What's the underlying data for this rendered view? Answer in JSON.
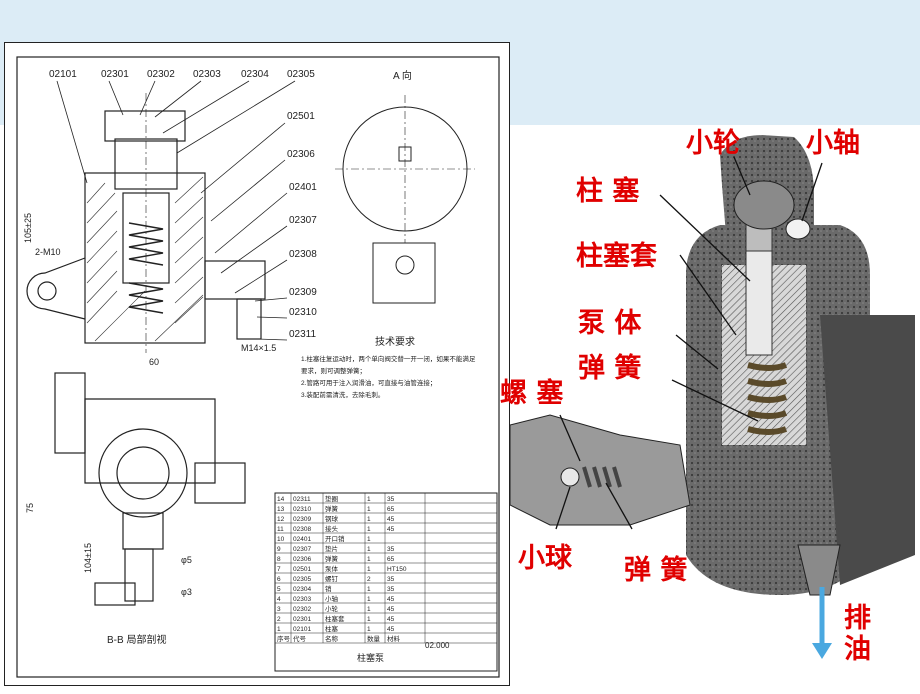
{
  "drawing": {
    "part_numbers_top": [
      "02101",
      "02301",
      "02302",
      "02303",
      "02304",
      "02305"
    ],
    "part_numbers_side": [
      "02501",
      "02306",
      "02401",
      "02307",
      "02308",
      "02309",
      "02310",
      "02311"
    ],
    "view_title": "A 向",
    "tech_title": "技术要求",
    "section_title": "B-B 局部剖视",
    "assembly_title": "柱塞泵",
    "drawing_code": "02.000",
    "dims": {
      "d1": "105±25",
      "d2": "2-M10",
      "d3": "60",
      "d4": "75",
      "d5": "M14×1.5",
      "d6": "104±15",
      "d7": "φ5",
      "d8": "φ3"
    },
    "tech_notes": [
      "1.柱塞往复运动时，两个单向阀交替一开一闭，如果不能满足",
      "要求，则可调整弹簧；",
      "2.管路可用于注入润滑油，可直接与油管连接；",
      "3.装配前需清洗，去除毛刺。"
    ],
    "bom_rows": [
      [
        "14",
        "02311",
        "垫圈",
        "1",
        "35"
      ],
      [
        "13",
        "02310",
        "弹簧",
        "1",
        "65"
      ],
      [
        "12",
        "02309",
        "钢球",
        "1",
        "45"
      ],
      [
        "11",
        "02308",
        "接头",
        "1",
        "45"
      ],
      [
        "10",
        "02401",
        "开口销",
        "1",
        ""
      ],
      [
        "9",
        "02307",
        "垫片",
        "1",
        "35"
      ],
      [
        "8",
        "02306",
        "弹簧",
        "1",
        "65"
      ],
      [
        "7",
        "02501",
        "泵体",
        "1",
        "HT150"
      ],
      [
        "6",
        "02305",
        "螺钉",
        "2",
        "35"
      ],
      [
        "5",
        "02304",
        "销",
        "1",
        "35"
      ],
      [
        "4",
        "02303",
        "小轴",
        "1",
        "45"
      ],
      [
        "3",
        "02302",
        "小轮",
        "1",
        "45"
      ],
      [
        "2",
        "02301",
        "柱塞套",
        "1",
        "45"
      ],
      [
        "1",
        "02101",
        "柱塞",
        "1",
        "45"
      ]
    ],
    "bom_header": [
      "序号",
      "代号",
      "名称",
      "数量",
      "材料"
    ]
  },
  "labels": {
    "wheel": "小轮",
    "shaft": "小轴",
    "plunger": "柱 塞",
    "sleeve": "柱塞套",
    "body": "泵 体",
    "spring_top": "弹 簧",
    "plug": "螺 塞",
    "ball": "小球",
    "spring_bottom": "弹 簧",
    "discharge": "排\n油"
  },
  "colors": {
    "label": "#e00000",
    "band": "#dcecf6",
    "arrow": "#4aa8e0"
  }
}
